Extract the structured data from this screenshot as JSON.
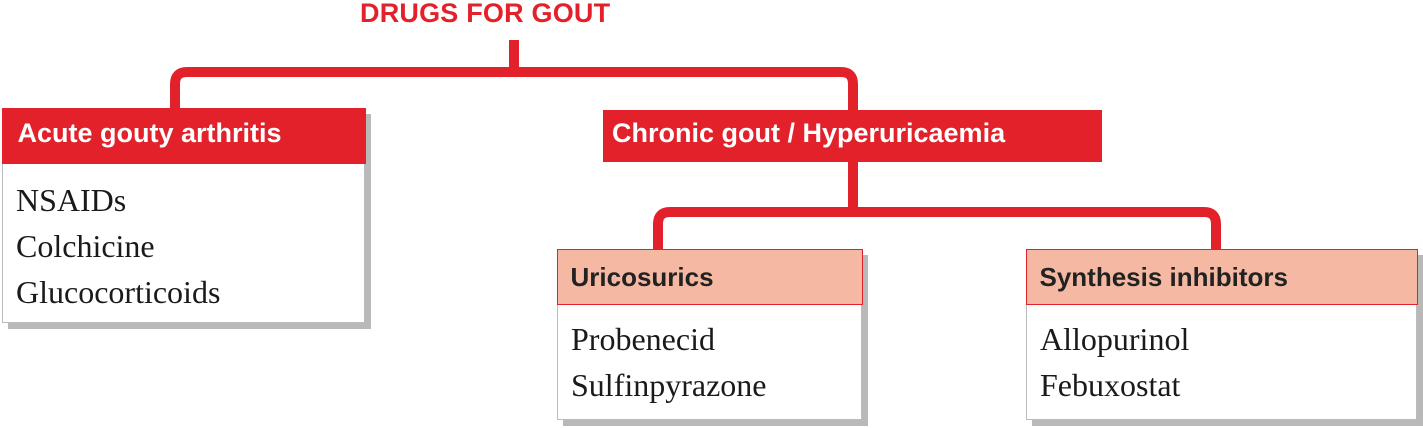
{
  "title": "DRUGS FOR GOUT",
  "accent_color": "#e3212b",
  "sub_header_color": "#f5b9a3",
  "categories": {
    "acute": {
      "label": "Acute gouty arthritis",
      "items": [
        "NSAIDs",
        "Colchicine",
        "Glucocorticoids"
      ]
    },
    "chronic": {
      "label": "Chronic gout / Hyperuricaemia"
    },
    "uricosurics": {
      "label": "Uricosurics",
      "items": [
        "Probenecid",
        "Sulfinpyrazone"
      ]
    },
    "synthesis": {
      "label": "Synthesis inhibitors",
      "items": [
        "Allopurinol",
        "Febuxostat"
      ]
    }
  }
}
